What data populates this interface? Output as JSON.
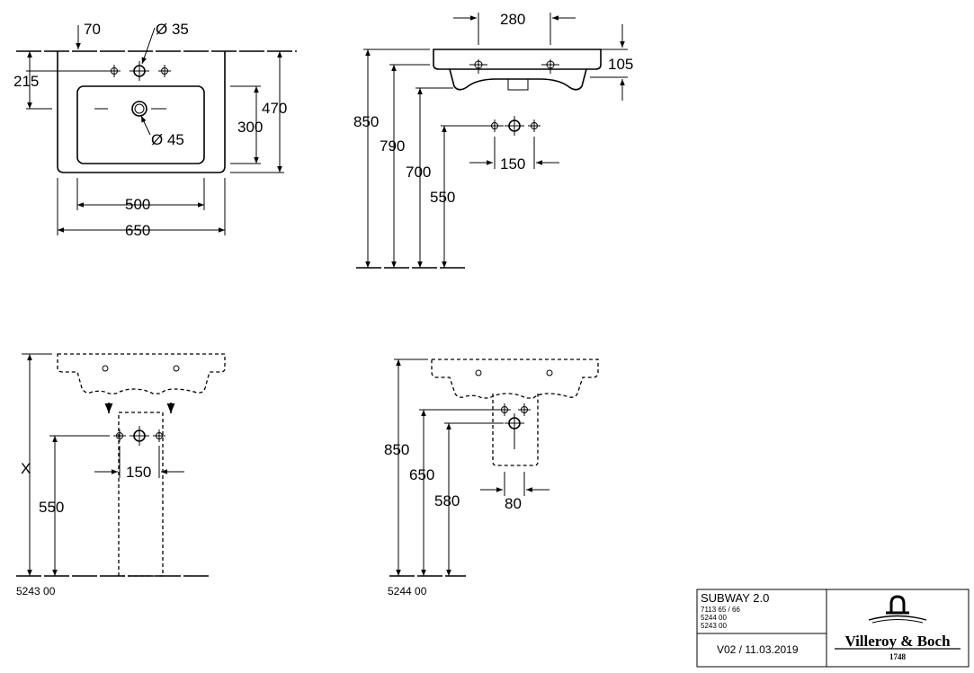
{
  "top_view": {
    "dim_tap_offset": "70",
    "dim_tap_hole": "Ø 35",
    "dim_tap_depth": "215",
    "dim_drain": "Ø 45",
    "dim_bowl_depth": "300",
    "dim_overall_depth": "470",
    "dim_bowl_width": "500",
    "dim_overall_width": "650"
  },
  "side_view": {
    "dim_tap_spacing": "280",
    "dim_rim_height": "105",
    "dim_850": "850",
    "dim_790": "790",
    "dim_700": "700",
    "dim_550": "550",
    "dim_150": "150"
  },
  "pedestal_view": {
    "dim_x": "X",
    "dim_550": "550",
    "dim_150": "150",
    "article": "5243 00"
  },
  "semi_pedestal_view": {
    "dim_850": "850",
    "dim_650": "650",
    "dim_580": "580",
    "dim_80": "80",
    "article": "5244 00"
  },
  "title_block": {
    "product": "SUBWAY 2.0",
    "codes": [
      "7113 65 / 66",
      "5244 00",
      "5243 00"
    ],
    "version": "V02 / 11.03.2019",
    "brand": "Villeroy & Boch",
    "year": "1748"
  }
}
